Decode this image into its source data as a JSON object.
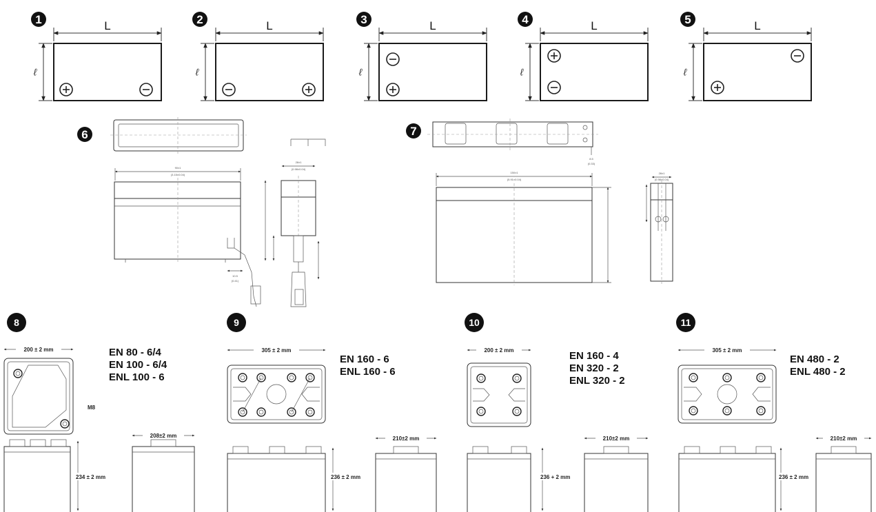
{
  "layouts": [
    {
      "number": "1",
      "length_label": "L",
      "width_label": "ℓ",
      "terminals": [
        "+",
        "−"
      ]
    },
    {
      "number": "2",
      "length_label": "L",
      "width_label": "ℓ",
      "terminals": [
        "−",
        "+"
      ]
    },
    {
      "number": "3",
      "length_label": "L",
      "width_label": "ℓ",
      "terminals": [
        "−",
        "+"
      ]
    },
    {
      "number": "4",
      "length_label": "L",
      "width_label": "ℓ",
      "terminals": [
        "+",
        "−"
      ]
    },
    {
      "number": "5",
      "length_label": "L",
      "width_label": "ℓ",
      "terminals": [
        "−",
        "+"
      ]
    }
  ],
  "drawing6": {
    "number": "6",
    "dims": [
      "90±1",
      "(3.15±0.04)",
      "28±1",
      "(0.98±0.04)",
      "10.5",
      "(0.41)"
    ]
  },
  "drawing7": {
    "number": "7",
    "dims": [
      "150±1",
      "(5.91±0.04)",
      "28±1",
      "(0.98±0.04)",
      "8.5",
      "(0.33)"
    ]
  },
  "batteries": [
    {
      "number": "8",
      "width": "200 ± 2 mm",
      "depth": "208±2 mm",
      "height": "234 ± 2 mm",
      "models": [
        "EN 80 - 6/4",
        "EN 100 - 6/4",
        "ENL 100 - 6"
      ],
      "terminal": "M8"
    },
    {
      "number": "9",
      "width": "305 ± 2 mm",
      "depth": "210±2 mm",
      "height": "236 ± 2 mm",
      "models": [
        "EN 160 - 6",
        "ENL 160 - 6"
      ]
    },
    {
      "number": "10",
      "width": "200 ± 2 mm",
      "depth": "210±2 mm",
      "height": "236 + 2 mm",
      "models": [
        "EN 160 - 4",
        "EN 320 - 2",
        "ENL 320 - 2"
      ]
    },
    {
      "number": "11",
      "width": "305 ± 2 mm",
      "depth": "210±2 mm",
      "height": "236 ± 2 mm",
      "models": [
        "EN 480 - 2",
        "ENL 480 - 2"
      ]
    }
  ]
}
